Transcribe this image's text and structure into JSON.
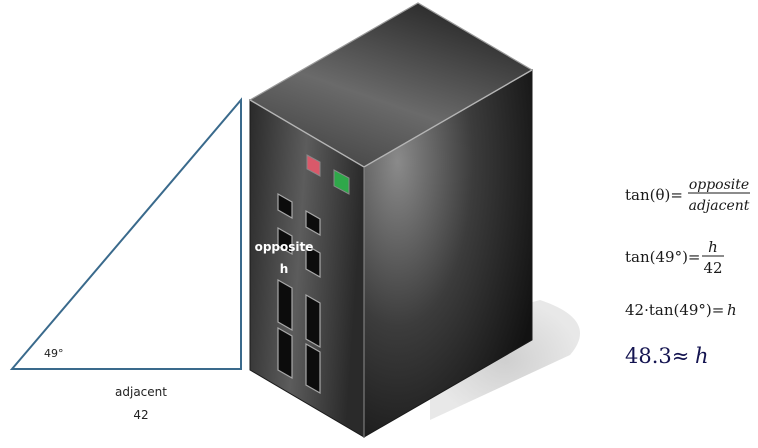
{
  "triangle": {
    "angle_label": "49°",
    "adjacent_label": "adjacent",
    "adjacent_value": "42"
  },
  "server": {
    "opposite_label_part1": "opposite",
    "opposite_label_part2": "h",
    "led_colors": [
      "#d9596a",
      "#2fa84a"
    ]
  },
  "equations": {
    "eq1_lhs": "tan(θ)=",
    "eq1_num": "opposite",
    "eq1_den": "adjacent",
    "eq2_lhs": "tan(49°)=",
    "eq2_num": "h",
    "eq2_den": "42",
    "eq3_lhs": "42·tan(49°)=",
    "eq3_rhs": "h",
    "result_value": "48.3≈",
    "result_var": "h"
  },
  "colors": {
    "triangle_stroke": "#3a6a8c",
    "server_dark": "#1e1e1e",
    "server_light": "#7a7a7a",
    "result_text": "#141450"
  }
}
